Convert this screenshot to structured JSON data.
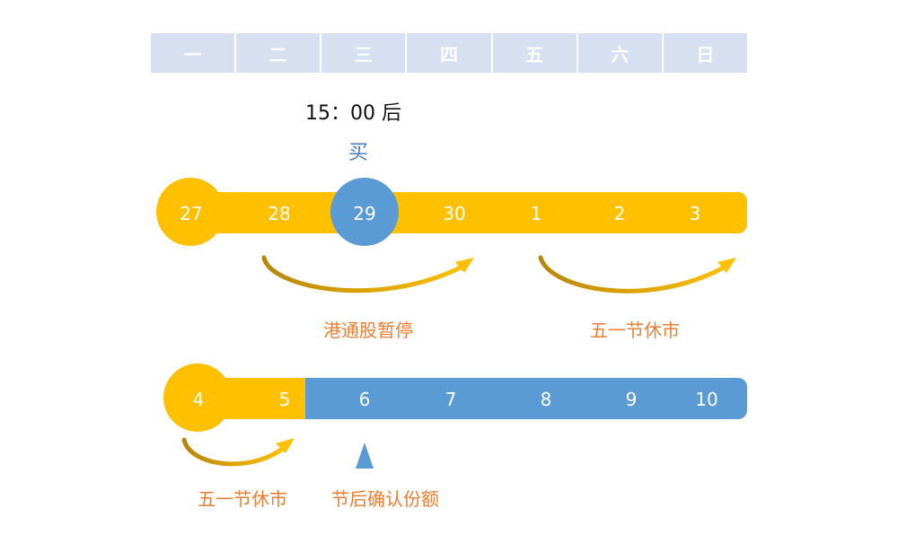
{
  "weekdays": [
    "一",
    "二",
    "三",
    "四",
    "五",
    "六",
    "日"
  ],
  "buy_time": "15：00 后",
  "buy_label": "买",
  "row1": {
    "dates": [
      "27",
      "28",
      "29",
      "30",
      "1",
      "2",
      "3"
    ],
    "highlight": "29"
  },
  "row2": {
    "dates": [
      "4",
      "5",
      "6",
      "7",
      "8",
      "9",
      "10"
    ]
  },
  "annotations": {
    "hk_halt": "港通股暂停",
    "mayday_close_1": "五一节休市",
    "mayday_close_2": "五一节休市",
    "confirm_after_holiday": "节后确认份额"
  },
  "colors": {
    "yellow": "#ffc000",
    "blue": "#5b9bd5",
    "header": "#d6e0f0",
    "orange_text": "#ed7d31",
    "buy_text": "#4a7cc8"
  }
}
